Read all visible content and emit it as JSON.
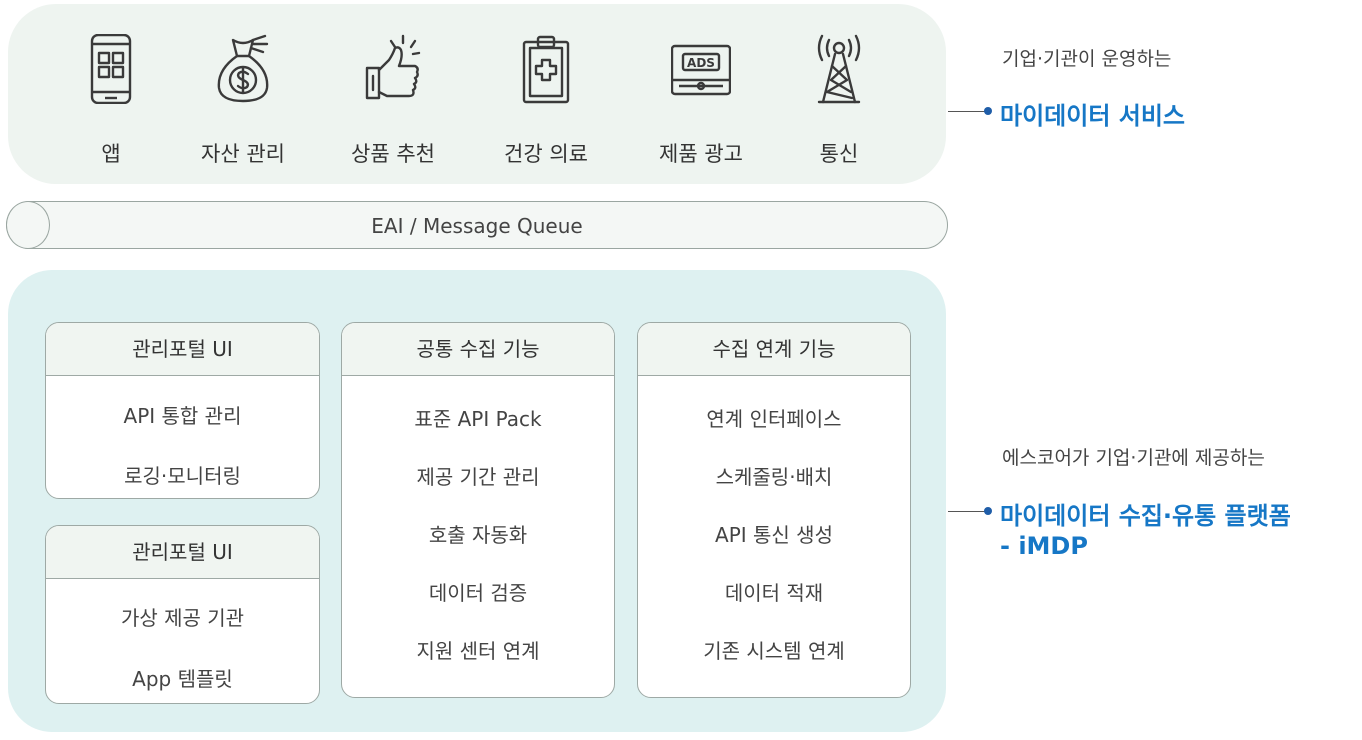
{
  "services": [
    {
      "label": "앱",
      "icon": "smartphone-icon"
    },
    {
      "label": "자산 관리",
      "icon": "money-bag-icon"
    },
    {
      "label": "상품 추천",
      "icon": "thumbs-up-icon"
    },
    {
      "label": "건강 의료",
      "icon": "medical-clipboard-icon"
    },
    {
      "label": "제품 광고",
      "icon": "ads-screen-icon",
      "badge": "ADS"
    },
    {
      "label": "통신",
      "icon": "signal-tower-icon"
    }
  ],
  "queue_label": "EAI / Message Queue",
  "modules": [
    {
      "title": "관리포털 UI",
      "items": [
        "API 통합 관리",
        "로깅·모니터링"
      ]
    },
    {
      "title": "관리포털 UI",
      "items": [
        "가상 제공 기관",
        "App 템플릿"
      ]
    },
    {
      "title": "공통 수집 기능",
      "items": [
        "표준 API Pack",
        "제공 기간 관리",
        "호출 자동화",
        "데이터 검증",
        "지원 센터 연계"
      ]
    },
    {
      "title": "수집 연계 기능",
      "items": [
        "연계 인터페이스",
        "스케줄링·배치",
        "API 통신 생성",
        "데이터 적재",
        "기존 시스템 연계"
      ]
    }
  ],
  "service_side": {
    "subtitle": "기업·기관이 운영하는",
    "title": "마이데이터 서비스"
  },
  "platform_side": {
    "subtitle": "에스코어가 기업·기관에 제공하는",
    "title_line1": "마이데이터 수집·유통 플랫폼",
    "title_line2": "- iMDP"
  },
  "colors": {
    "accent": "#1677c6",
    "service_bg": "#eef4f0",
    "platform_bg": "#def1f1",
    "icon_stroke": "#3a3a3a"
  }
}
